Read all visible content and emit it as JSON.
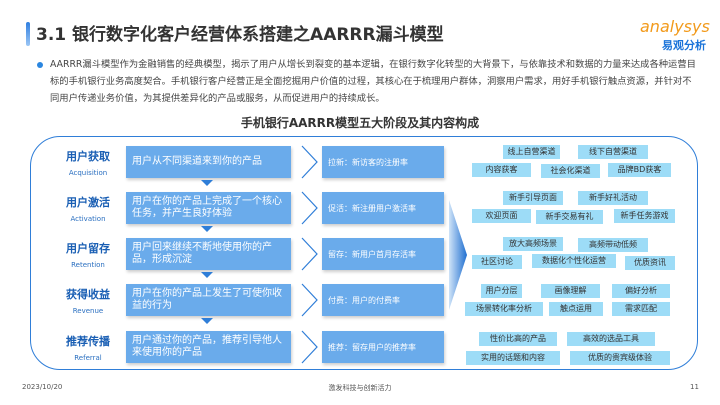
{
  "header": {
    "title": "3.1 银行数字化客户经营体系搭建之AARRR漏斗模型",
    "logo_en": "analysys",
    "logo_cn": "易观分析"
  },
  "intro": "AARRR漏斗模型作为金融销售的经典模型，揭示了用户从增长到裂变的基本逻辑，在银行数字化转型的大背景下，与依靠技术和数据的力量来达成各种运营目标的手机银行业务高度契合。手机银行客户经营正是全面挖掘用户价值的过程，其核心在于梳理用户群体，洞察用户需求，用好手机银行触点资源，并针对不同用户传递业务价值，为其提供差异化的产品或服务，从而促进用户的持续成长。",
  "diagram_title": "手机银行AARRR模型五大阶段及其内容构成",
  "stages": [
    {
      "cn": "用户获取",
      "en": "Acquisition",
      "desc": "用户从不同渠道来到你的产品",
      "metric": "拉新：新访客的注册率",
      "tags": [
        "线上自营渠道",
        "线下自营渠道",
        "内容获客",
        "社会化渠道",
        "品牌BD获客"
      ]
    },
    {
      "cn": "用户激活",
      "en": "Activation",
      "desc": "用户在你的产品上完成了一个核心任务，并产生良好体验",
      "metric": "促活：新注册用户激活率",
      "tags": [
        "新手引导页面",
        "新手好礼活动",
        "欢迎页面",
        "新手交易有礼",
        "新手任务游戏"
      ]
    },
    {
      "cn": "用户留存",
      "en": "Retention",
      "desc": "用户回来继续不断地使用你的产品，形成沉淀",
      "metric": "留存：新用户首月存活率",
      "tags": [
        "放大高频场景",
        "高频带动低频",
        "社区讨论",
        "数据化个性化运营",
        "优质资讯"
      ]
    },
    {
      "cn": "获得收益",
      "en": "Revenue",
      "desc": "用户在你的产品上发生了可使你收益的行为",
      "metric": "付费：用户的付费率",
      "tags": [
        "用户分层",
        "画像理解",
        "偏好分析",
        "场景转化率分析",
        "触点运用",
        "需求匹配"
      ]
    },
    {
      "cn": "推荐传播",
      "en": "Referral",
      "desc": "用户通过你的产品，推荐引导他人来使用你的产品",
      "metric": "推荐：留存用户的推荐率",
      "tags": [
        "性价比高的产品",
        "高效的选品工具",
        "实用的话题和内容",
        "优质的贵宾级体验"
      ]
    }
  ],
  "footer": {
    "date": "2023/10/20",
    "slogan": "激发科技与创新活力",
    "page": "11"
  }
}
